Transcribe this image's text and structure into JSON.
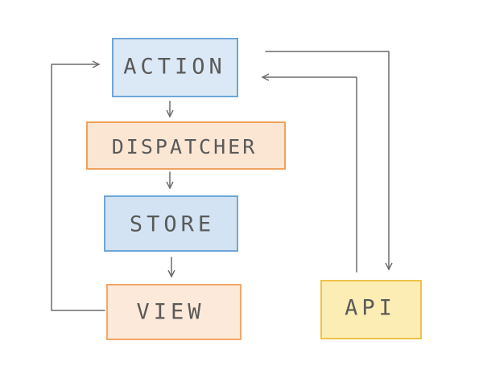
{
  "diagram": {
    "nodes": [
      {
        "id": "action",
        "label": "ACTION",
        "color": "#6ea6d8",
        "fill": "#dbe8f5"
      },
      {
        "id": "dispatcher",
        "label": "DISPATCHER",
        "color": "#f0a25c",
        "fill": "#fbe6d4"
      },
      {
        "id": "store",
        "label": "STORE",
        "color": "#6ea6d8",
        "fill": "#d3e3f3"
      },
      {
        "id": "view",
        "label": "VIEW",
        "color": "#f3a866",
        "fill": "#fde9d9"
      },
      {
        "id": "api",
        "label": "API",
        "color": "#eec24a",
        "fill": "#fbedb4"
      }
    ],
    "edges": [
      {
        "from": "action",
        "to": "dispatcher"
      },
      {
        "from": "dispatcher",
        "to": "store"
      },
      {
        "from": "store",
        "to": "view"
      },
      {
        "from": "view",
        "to": "action"
      },
      {
        "from": "action",
        "to": "api"
      },
      {
        "from": "api",
        "to": "action"
      }
    ],
    "line_color": "#6b6b6b"
  }
}
